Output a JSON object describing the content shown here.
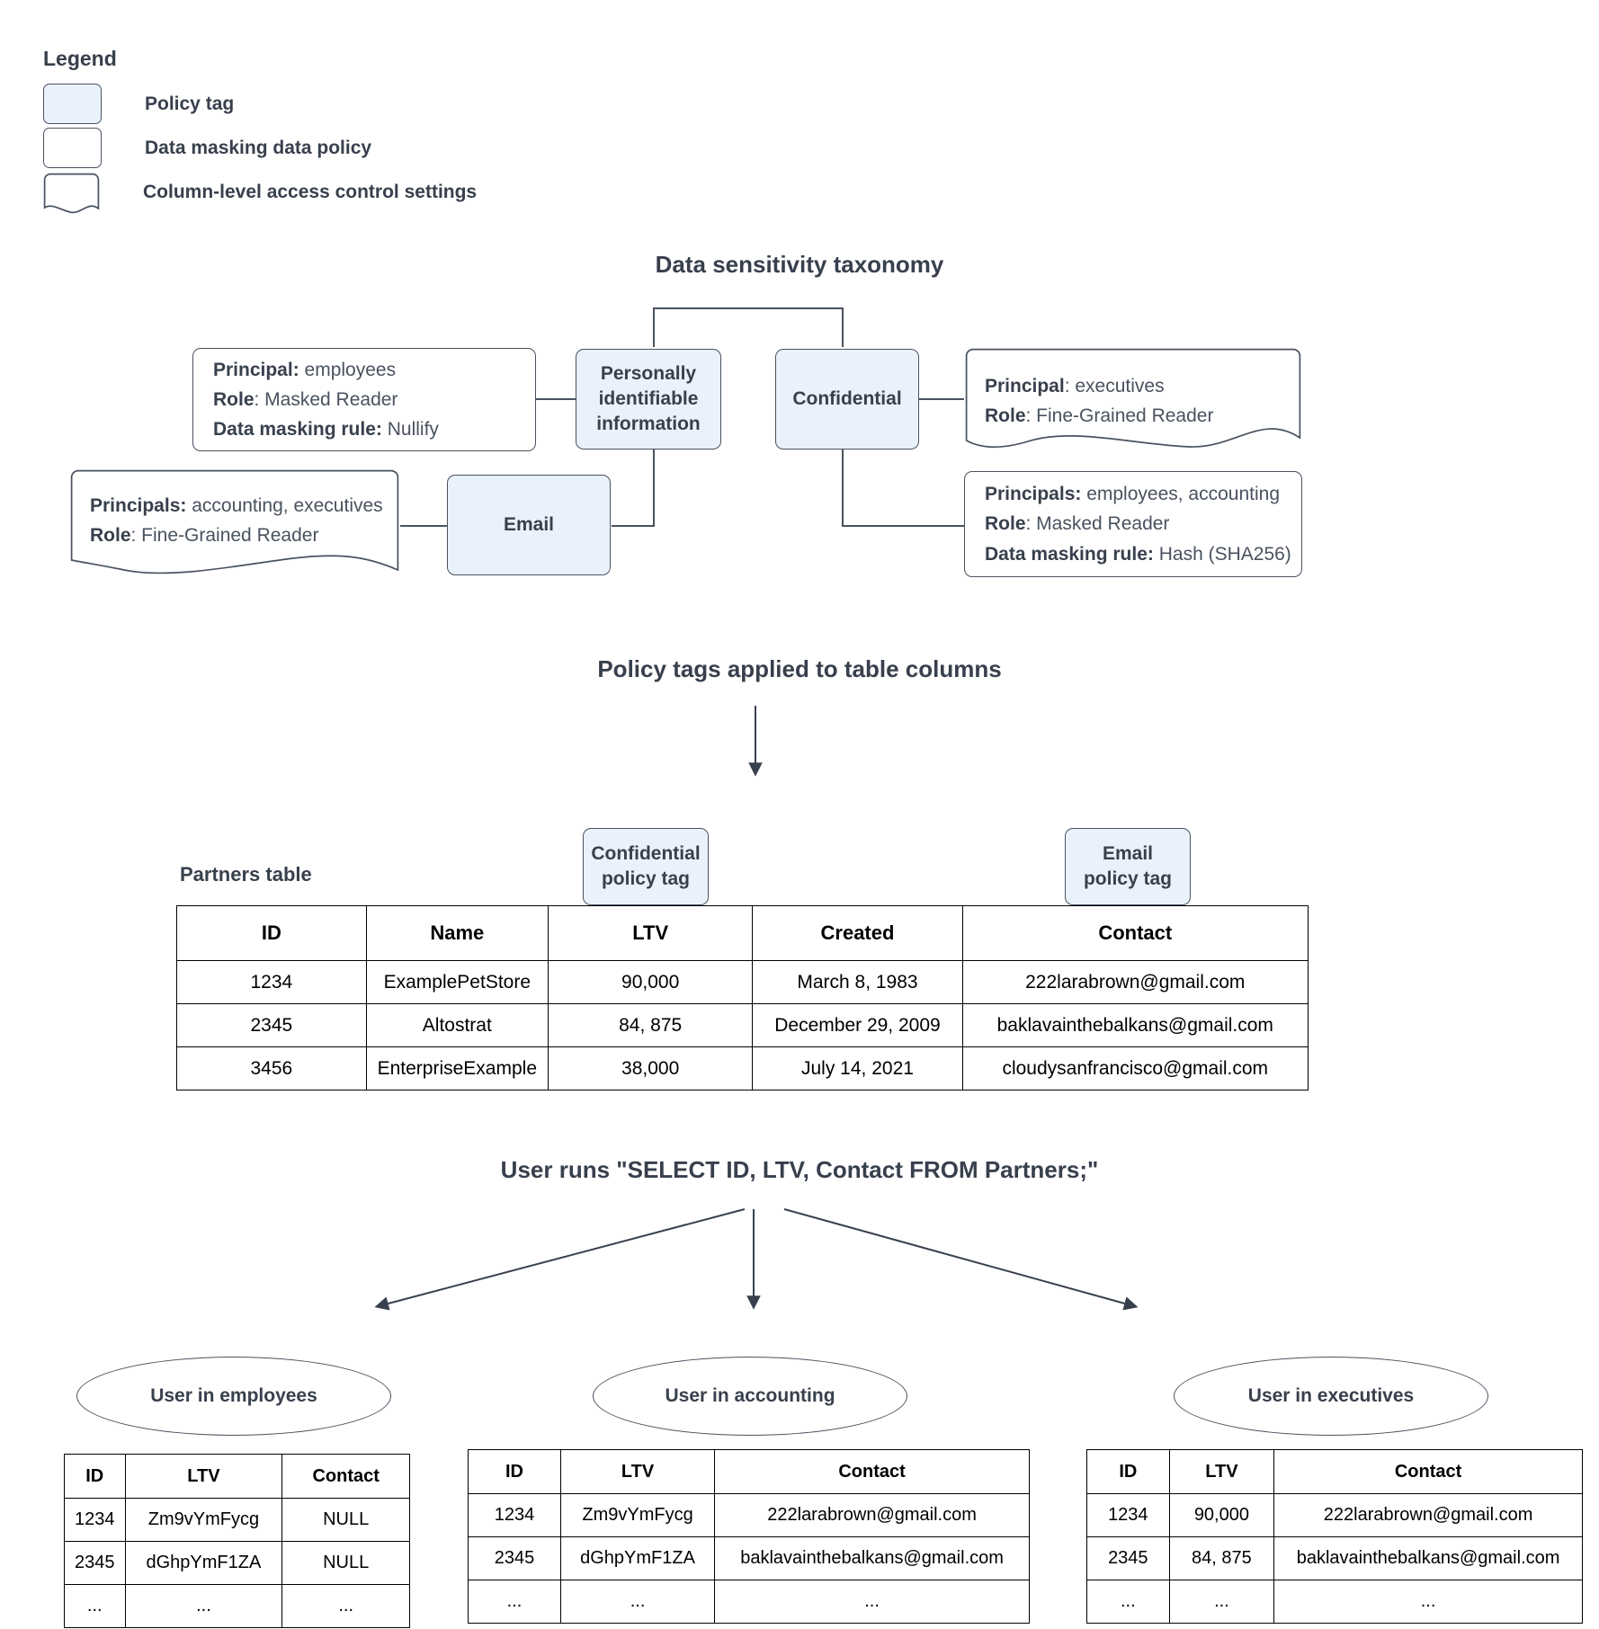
{
  "legend": {
    "title": "Legend",
    "items": [
      {
        "swatch": "policy-tag-swatch",
        "label": "Policy tag"
      },
      {
        "swatch": "data-masking-swatch",
        "label": "Data masking data policy"
      },
      {
        "swatch": "column-access-swatch",
        "label": "Column-level access control settings"
      }
    ]
  },
  "taxonomy": {
    "title": "Data sensitivity taxonomy",
    "tags": {
      "pii": "Personally identifiable information",
      "confidential": "Confidential",
      "email": "Email"
    },
    "policies": {
      "pii_masking": {
        "line1_label": "Principal:",
        "line1_value": " employees",
        "line2_label": "Role",
        "line2_value": ": Masked Reader",
        "line3_label": "Data masking rule:",
        "line3_value": " Nullify"
      },
      "email_access": {
        "line1_label": "Principals:",
        "line1_value": " accounting, executives",
        "line2_label": "Role",
        "line2_value": ": Fine-Grained Reader"
      },
      "confidential_access": {
        "line1_label": "Principal",
        "line1_value": ": executives",
        "line2_label": "Role",
        "line2_value": ": Fine-Grained Reader"
      },
      "confidential_masking": {
        "line1_label": "Principals:",
        "line1_value": " employees, accounting",
        "line2_label": "Role",
        "line2_value": ": Masked Reader",
        "line3_label": "Data masking rule:",
        "line3_value": " Hash (SHA256)"
      }
    }
  },
  "applied": {
    "title": "Policy tags applied to table columns",
    "table_caption": "Partners table",
    "tag_badges": [
      {
        "name": "confidential-policy-tag",
        "line1": "Confidential",
        "line2": "policy tag"
      },
      {
        "name": "email-policy-tag",
        "line1": "Email",
        "line2": "policy tag"
      }
    ],
    "partners_table": {
      "columns": [
        "ID",
        "Name",
        "LTV",
        "Created",
        "Contact"
      ],
      "rows": [
        [
          "1234",
          "ExamplePetStore",
          "90,000",
          "March 8, 1983",
          "222larabrown@gmail.com"
        ],
        [
          "2345",
          "Altostrat",
          "84, 875",
          "December 29, 2009",
          "baklavainthebalkans@gmail.com"
        ],
        [
          "3456",
          "EnterpriseExample",
          "38,000",
          "July 14, 2021",
          "cloudysanfrancisco@gmail.com"
        ]
      ]
    }
  },
  "query": {
    "title": "User runs \"SELECT ID, LTV, Contact FROM Partners;\""
  },
  "results": [
    {
      "role_label": "User in employees",
      "columns": [
        "ID",
        "LTV",
        "Contact"
      ],
      "rows": [
        [
          "1234",
          "Zm9vYmFycg",
          "NULL"
        ],
        [
          "2345",
          "dGhpYmF1ZA",
          "NULL"
        ],
        [
          "...",
          "...",
          "..."
        ]
      ]
    },
    {
      "role_label": "User in accounting",
      "columns": [
        "ID",
        "LTV",
        "Contact"
      ],
      "rows": [
        [
          "1234",
          "Zm9vYmFycg",
          "222larabrown@gmail.com"
        ],
        [
          "2345",
          "dGhpYmF1ZA",
          "baklavainthebalkans@gmail.com"
        ],
        [
          "...",
          "...",
          "..."
        ]
      ]
    },
    {
      "role_label": "User in executives",
      "columns": [
        "ID",
        "LTV",
        "Contact"
      ],
      "rows": [
        [
          "1234",
          "90,000",
          "222larabrown@gmail.com"
        ],
        [
          "2345",
          "84, 875",
          "baklavainthebalkans@gmail.com"
        ],
        [
          "...",
          "...",
          "..."
        ]
      ]
    }
  ],
  "colors": {
    "policy_tag_fill": "#e9f1fb",
    "stroke": "#49525f",
    "text": "#38404d",
    "table_border": "#000000"
  }
}
